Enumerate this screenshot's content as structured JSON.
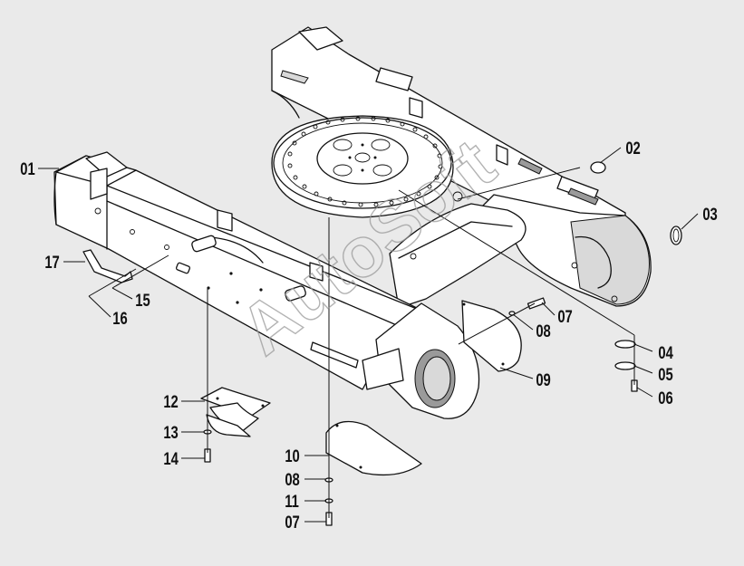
{
  "watermark": "AutoSoft",
  "callouts": [
    {
      "id": "c01",
      "text": "01"
    },
    {
      "id": "c02",
      "text": "02"
    },
    {
      "id": "c03",
      "text": "03"
    },
    {
      "id": "c04",
      "text": "04"
    },
    {
      "id": "c05",
      "text": "05"
    },
    {
      "id": "c06",
      "text": "06"
    },
    {
      "id": "c07a",
      "text": "07"
    },
    {
      "id": "c08a",
      "text": "08"
    },
    {
      "id": "c09",
      "text": "09"
    },
    {
      "id": "c10",
      "text": "10"
    },
    {
      "id": "c08b",
      "text": "08"
    },
    {
      "id": "c11",
      "text": "11"
    },
    {
      "id": "c07b",
      "text": "07"
    },
    {
      "id": "c12",
      "text": "12"
    },
    {
      "id": "c13",
      "text": "13"
    },
    {
      "id": "c14",
      "text": "14"
    },
    {
      "id": "c15",
      "text": "15"
    },
    {
      "id": "c16",
      "text": "16"
    },
    {
      "id": "c17",
      "text": "17"
    }
  ]
}
